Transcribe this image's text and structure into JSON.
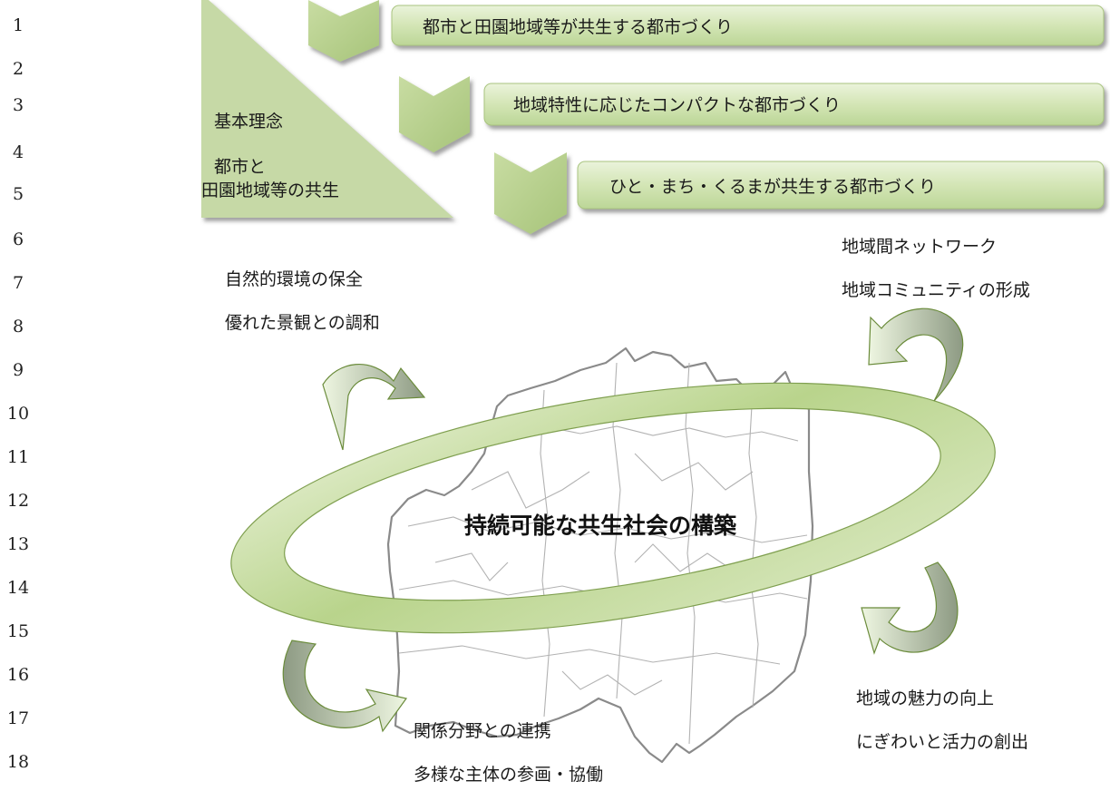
{
  "line_numbers": [
    "1",
    "2",
    "3",
    "4",
    "5",
    "6",
    "7",
    "8",
    "9",
    "10",
    "11",
    "12",
    "13",
    "14",
    "15",
    "16",
    "17",
    "18"
  ],
  "basic_principle": {
    "heading": "基本理念",
    "subtitle_line1": "都市と",
    "subtitle_line2": "田園地域等の共生"
  },
  "banners": [
    "都市と田園地域等が共生する都市づくり",
    "地域特性に応じたコンパクトな都市づくり",
    "ひと・まち・くるまが共生する都市づくり"
  ],
  "core": {
    "label": "持続可能な共生社会の構築"
  },
  "top_left_group": {
    "line1": "自然的環境の保全",
    "line2": "優れた景観との調和"
  },
  "top_right_group": {
    "line1": "地域間ネットワーク",
    "line2": "地域コミュニティの形成"
  },
  "bottom_left_group": {
    "line1": "関係分野との連携",
    "line2": "多様な主体の参画・協働"
  },
  "bottom_right_group": {
    "line1": "地域の魅力の向上",
    "line2": "にぎわいと活力の創出"
  },
  "colors": {
    "panel_green": "#c5d8a4",
    "banner_green": "#d6e6b8",
    "ring_green": "#bcd58e",
    "arrow_dark": "#9aa98e",
    "arrow_light": "#e4f0d2",
    "map_outline": "#808080"
  }
}
